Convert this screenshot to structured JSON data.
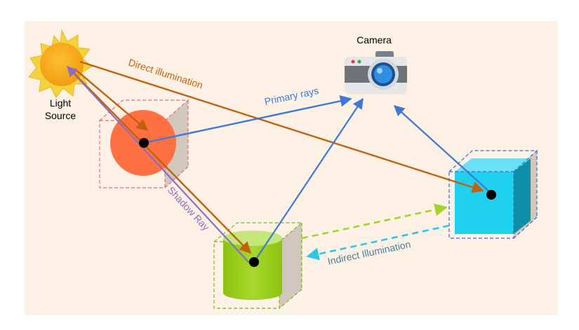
{
  "labels": {
    "light_source_line1": "Light",
    "light_source_line2": "Source",
    "camera": "Camera",
    "direct_illumination": "Direct illumination",
    "primary_rays": "Primary rays",
    "shadow_ray": "Shadow Ray",
    "indirect_illumination": "Indirect Illumination"
  },
  "colors": {
    "background_panel": "#fdf1e6",
    "direct_illumination": "#c0620c",
    "primary_rays": "#3b78d8",
    "shadow_ray": "#8c6dc2",
    "indirect_green": "#a2d42a",
    "indirect_blue": "#2fc6e8",
    "sun": "#f5b11c",
    "sphere": "#ff7043",
    "cylinder": "#9ccc1c",
    "cube": "#1fd1ee"
  },
  "icons": {
    "light": "sun-icon",
    "camera": "camera-icon"
  }
}
